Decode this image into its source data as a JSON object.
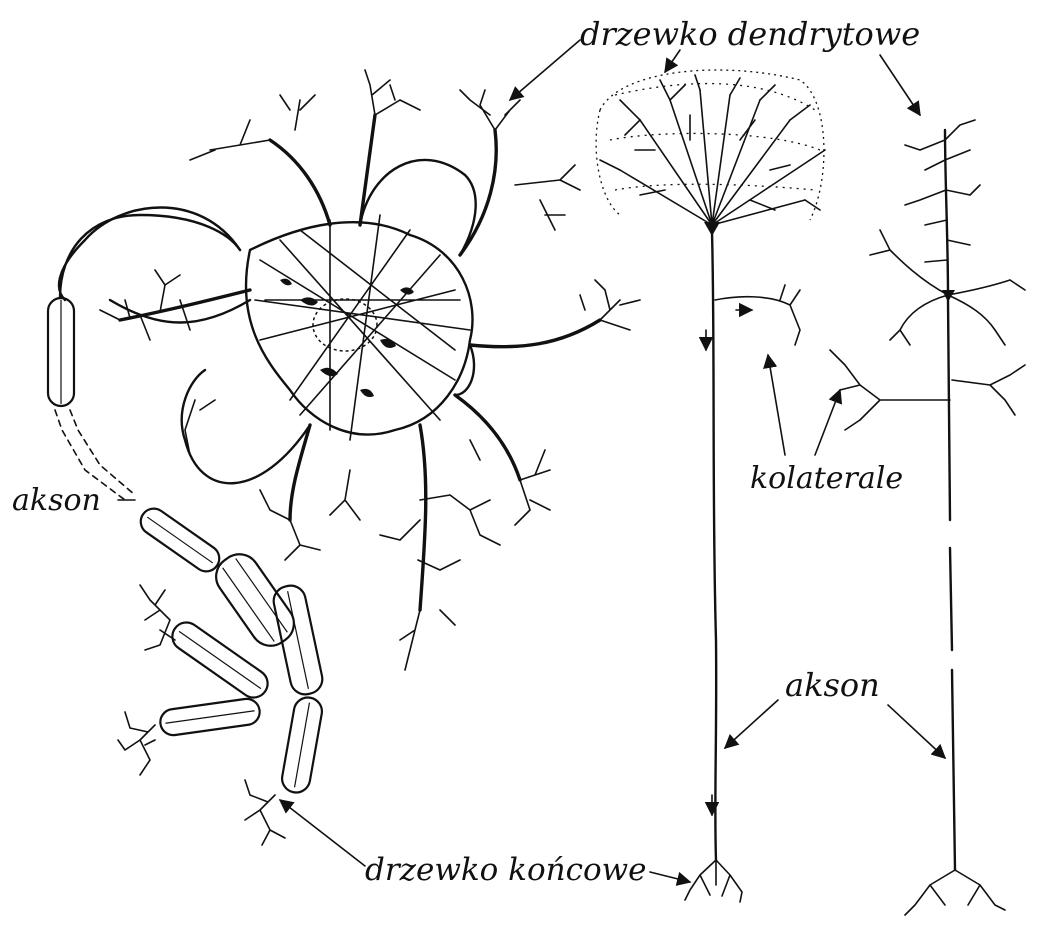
{
  "labels": {
    "dendrite_tree": "drzewko dendrytowe",
    "axon_left": "akson",
    "collaterals": "kolaterale",
    "axon_right": "akson",
    "terminal_tree": "drzewko końcowe"
  },
  "ink_color": "#111111",
  "background_color": "#ffffff"
}
